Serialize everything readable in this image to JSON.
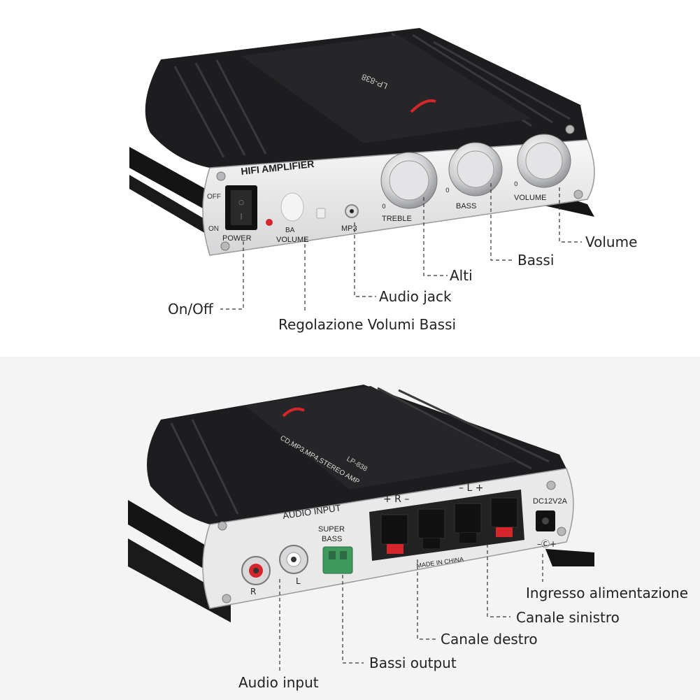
{
  "front": {
    "device_labels": {
      "hifi_amplifier": "HIFI AMPLIFIER",
      "off": "OFF",
      "on": "ON",
      "power": "POWER",
      "bass_volume": "VOLUME",
      "mp3": "MP3",
      "treble": "TREBLE",
      "bass": "BASS",
      "volume": "VOLUME",
      "zero": "0",
      "model": "LP-838"
    },
    "callouts": {
      "volume": "Volume",
      "bassi": "Bassi",
      "alti": "Alti",
      "audio_jack": "Audio jack",
      "on_off": "On/Off",
      "regolazione": "Regolazione Volumi Bassi"
    }
  },
  "rear": {
    "device_labels": {
      "audio_input": "AUDIO INPUT",
      "super_bass": "SUPER\nBASS",
      "dc": "DC12V2A",
      "made_in": "MADE IN CHINA",
      "r": "R",
      "l": "L",
      "model": "LP-838",
      "top_text": "CD,MP3,MP4,STEREO AMP"
    },
    "callouts": {
      "ingresso": "Ingresso alimentazione",
      "canale_sinistro": "Canale sinistro",
      "canale_destro": "Canale destro",
      "bassi_output": "Bassi output",
      "audio_input": "Audio input"
    }
  },
  "colors": {
    "body": "#1d1d1f",
    "faceplate": "#e9e9ea",
    "accent_red": "#d7262b",
    "terminal_green": "#3f9a5e"
  }
}
